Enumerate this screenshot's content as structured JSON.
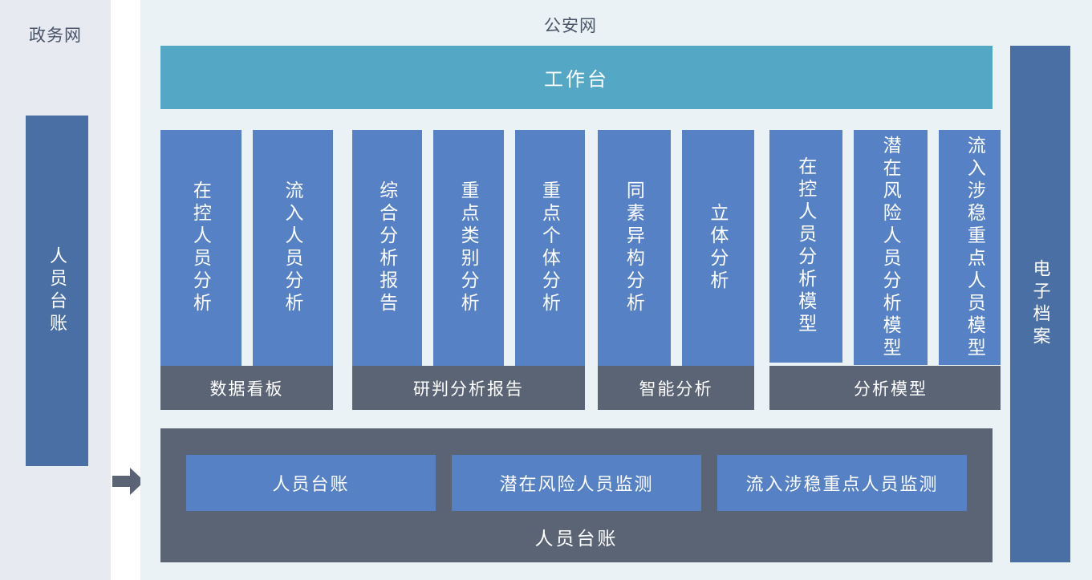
{
  "left_panel": {
    "title": "政务网",
    "ledger_box_label": "人员台账"
  },
  "arrow": {
    "icon": "arrow-right-icon",
    "color": "#5b6474"
  },
  "main_panel": {
    "title": "公安网",
    "workbench_label": "工作台",
    "groups": [
      {
        "footer_label": "数据看板",
        "cards": [
          "在控人员分析",
          "流入人员分析"
        ]
      },
      {
        "footer_label": "研判分析报告",
        "cards": [
          "综合分析报告",
          "重点类别分析",
          "重点个体分析"
        ]
      },
      {
        "footer_label": "智能分析",
        "cards": [
          "同素异构分析",
          "立体分析"
        ]
      },
      {
        "footer_label": "分析模型",
        "cards": [
          "在控人员分析模型",
          "潜在风险人员分析模型",
          "流入涉稳重点人员模型"
        ]
      }
    ],
    "ledger_section": {
      "boxes": [
        "人员台账",
        "潜在风险人员监测",
        "流入涉稳重点人员监测"
      ],
      "caption": "人员台账"
    }
  },
  "right_panel": {
    "archive_label": "电子档案"
  },
  "colors": {
    "card_blue": "#5681c4",
    "side_blue": "#4a6fa5",
    "teal": "#54a7c5",
    "gray": "#5b6474",
    "left_bg": "#e8eaf2",
    "main_bg": "#ebf2f5",
    "title_text": "#4a5568"
  }
}
